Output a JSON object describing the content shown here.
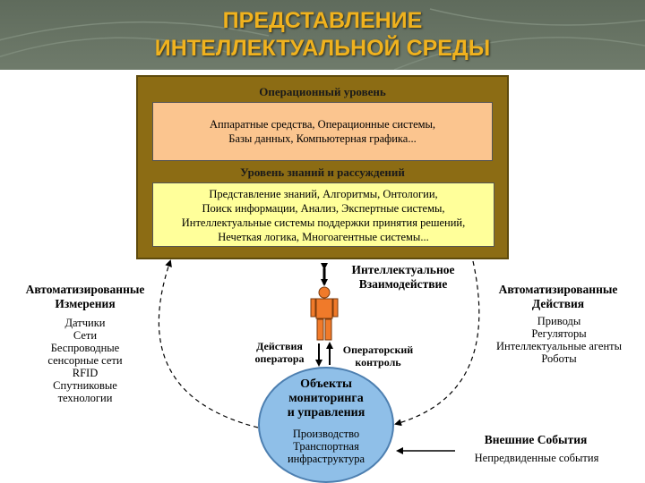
{
  "header": {
    "title_line1": "ПРЕДСТАВЛЕНИЕ",
    "title_line2": "ИНТЕЛЛЕКТУАЛЬНОЙ СРЕДЫ"
  },
  "operational": {
    "label": "Операционный уровень",
    "items": [
      "Аппаратные средства, Операционные системы,",
      "Базы данных, Компьютерная графика..."
    ]
  },
  "knowledge": {
    "label": "Уровень знаний и рассуждений",
    "items": [
      "Представление знаний, Алгоритмы, Онтологии,",
      "Поиск информации, Анализ, Экспертные системы,",
      "Интеллектуальные системы поддержки принятия решений,",
      "Нечеткая логика, Многоагентные системы..."
    ]
  },
  "measurements": {
    "title_line1": "Автоматизированные",
    "title_line2": "Измерения",
    "items": [
      "Датчики",
      "Сети",
      "Беспроводные",
      "сенсорные сети",
      "RFID",
      "Спутниковые",
      "технологии"
    ]
  },
  "interaction": {
    "line1": "Интеллектуальное",
    "line2": "Взаимодействие"
  },
  "actions": {
    "title_line1": "Автоматизированные",
    "title_line2": "Действия",
    "items": [
      "Приводы",
      "Регуляторы",
      "Интеллектуальные агенты",
      "Роботы"
    ]
  },
  "operator_actions": {
    "line1": "Действия",
    "line2": "оператора"
  },
  "operator_control": {
    "line1": "Операторский",
    "line2": "контроль"
  },
  "objects": {
    "title_line1": "Объекты",
    "title_line2": "мониторинга",
    "title_line3": "и управления",
    "items": [
      "Производство",
      "Транспортная",
      "инфраструктура"
    ]
  },
  "external": {
    "title": "Внешние События",
    "subtitle": "Непредвиденные события"
  },
  "colors": {
    "title": "#f0b21e",
    "outer_frame": "#8c6c14",
    "operational_box": "#fbc58f",
    "knowledge_box": "#ffff9a",
    "person": "#f07a2a",
    "circle": "#8fbfe8"
  },
  "icons": {
    "operator": "person-icon"
  }
}
